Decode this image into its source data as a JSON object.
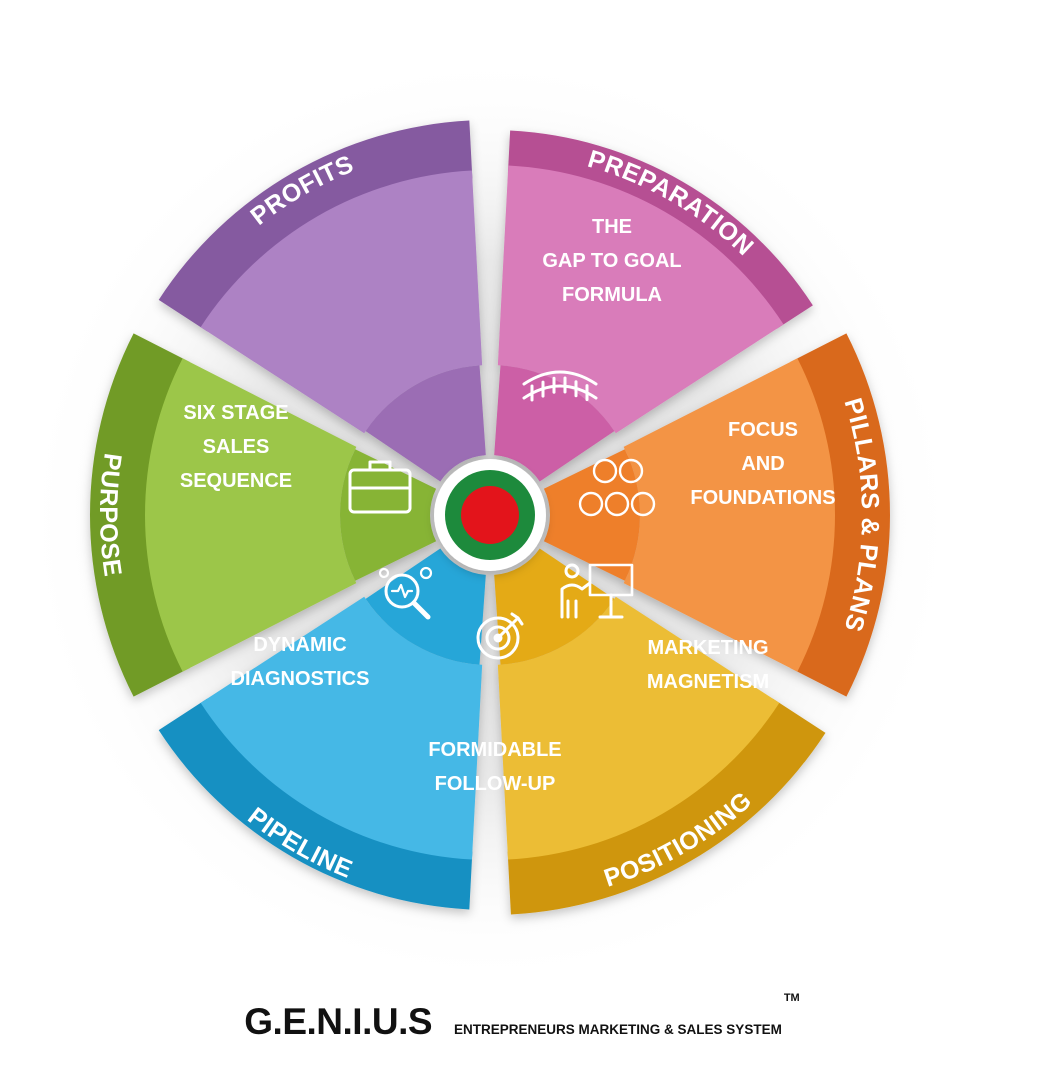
{
  "title": "G.E.N.I.U.S",
  "subtitle": "ENTREPRENEURS MARKETING & SALES SYSTEM",
  "trademark": "TM",
  "segments": [
    {
      "outer": "PREPARATION",
      "inner": [
        "THE",
        "GAP TO GOAL",
        "FORMULA"
      ],
      "icon": "bridge-icon",
      "color": "#cc5fa6",
      "light": "#d97cba",
      "dark": "#b64f93"
    },
    {
      "outer": "PILLARS & PLANS",
      "inner": [
        "FOCUS",
        "AND",
        "FOUNDATIONS"
      ],
      "icon": "social-media-icons",
      "color": "#ee7f2a",
      "light": "#f39445",
      "dark": "#d9691c"
    },
    {
      "outer": "POSITIONING",
      "inner": [
        "MARKETING",
        "MAGNETISM"
      ],
      "icon": "presenter-board-icon",
      "color": "#e4aa18",
      "light": "#ecbd35",
      "dark": "#cf960e"
    },
    {
      "outer": "PIPELINE",
      "inner": [
        "FORMIDABLE",
        "FOLLOW-UP"
      ],
      "icon": "target-icon",
      "color": "#27a6d8",
      "light": "#45b8e6",
      "dark": "#1990c2"
    },
    {
      "outer": "PURPOSE",
      "inner": [
        "DYNAMIC",
        "DIAGNOSTICS"
      ],
      "icon": "magnifier-gears-icon",
      "color": "#87b435",
      "light": "#9cc64a",
      "dark": "#719b25"
    },
    {
      "outer": "PROFITS",
      "inner": [
        "SIX STAGE",
        "SALES",
        "SEQUENCE"
      ],
      "icon": "briefcase-icon",
      "color": "#9b6db4",
      "light": "#ad82c4",
      "dark": "#855aa0"
    }
  ],
  "center": {
    "ring": "#1d8a3c",
    "dot": "#e3141b"
  }
}
